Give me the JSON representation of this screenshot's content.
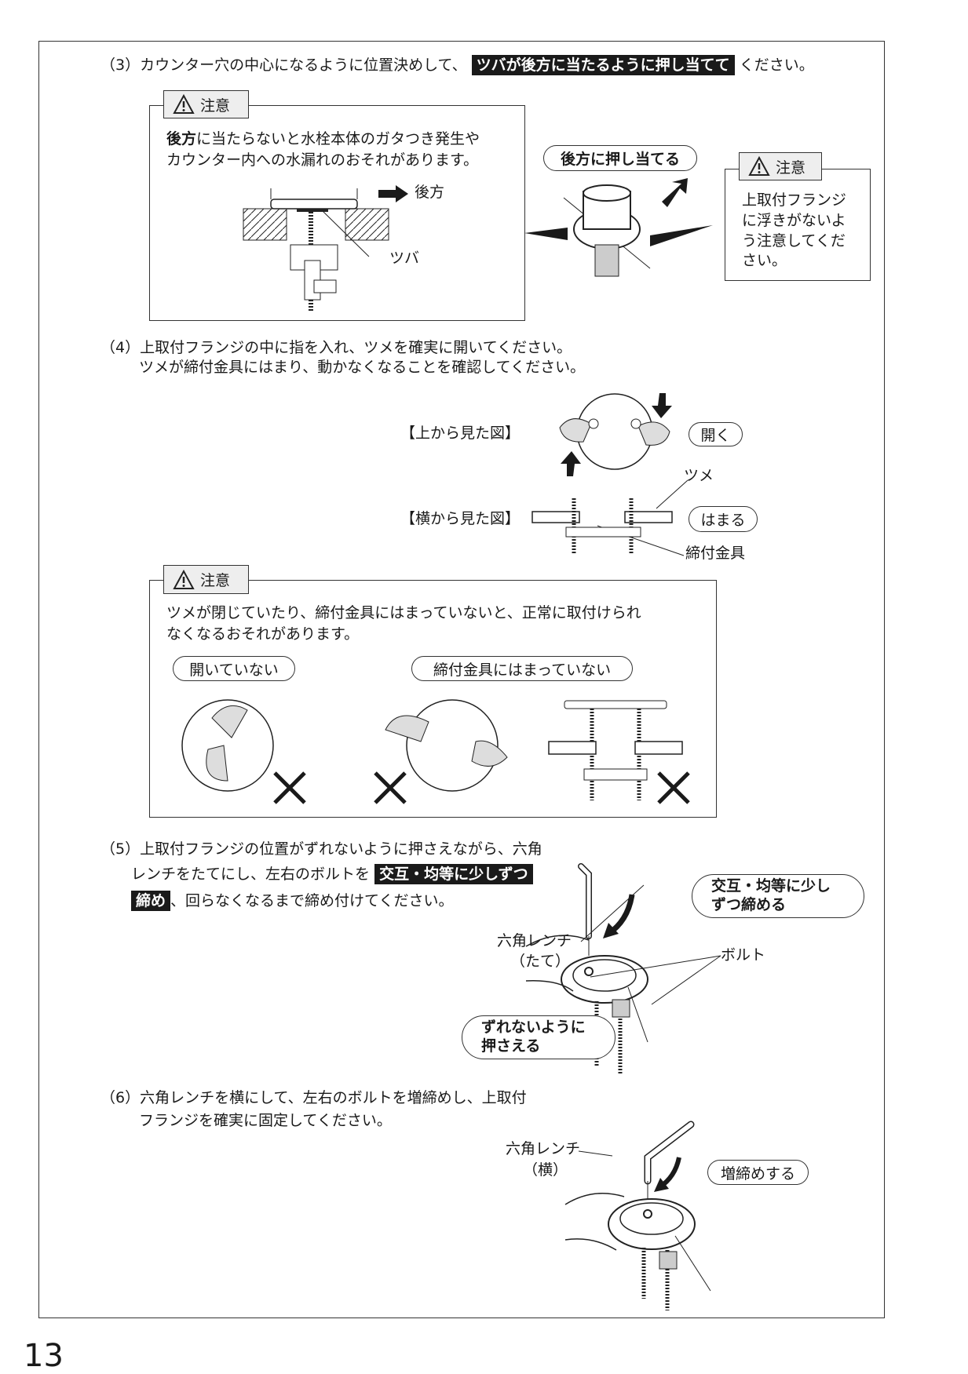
{
  "page_number": "13",
  "step3": {
    "num": "（3）",
    "text_before": "カウンター穴の中心になるように位置決めして、",
    "highlight": "ツバが後方に当たるように押し当てて",
    "text_after": "ください。",
    "caution1": {
      "tag": "注意",
      "line1_bold": "後方",
      "line1": "に当たらないと水栓本体のガタつき発生や",
      "line2": "カウンター内への水漏れのおそれがあります。",
      "label_rear": "後方",
      "label_tsuba": "ツバ"
    },
    "pill": "後方に押し当てる",
    "caution2": {
      "tag": "注意",
      "lines": [
        "上取付フランジ",
        "に浮きがないよ",
        "う注意してくだ",
        "さい。"
      ]
    }
  },
  "step4": {
    "num": "（4）",
    "line1": "上取付フランジの中に指を入れ、ツメを確実に開いてください。",
    "line2": "ツメが締付金具にはまり、動かなくなることを確認してください。",
    "top_view_label": "【上から見た図】",
    "side_view_label": "【横から見た図】",
    "pill_open": "開く",
    "label_tsume": "ツメ",
    "pill_fit": "はまる",
    "label_clamp": "締付金具",
    "caution3": {
      "tag": "注意",
      "line1": "ツメが閉じていたり、締付金具にはまっていないと、正常に取付けられ",
      "line2": "なくなるおそれがあります。",
      "pill_not_open": "開いていない",
      "pill_not_fit": "締付金具にはまっていない"
    }
  },
  "step5": {
    "num": "（5）",
    "line1": "上取付フランジの位置がずれないように押さえながら、六角",
    "line2_before": "レンチをたてにし、左右のボルトを",
    "highlight1": "交互・均等に少しずつ",
    "highlight2": "締め",
    "line3_after": "、回らなくなるまで締め付けてください。",
    "pill_tighten": [
      "交互・均等に少し",
      "ずつ締める"
    ],
    "label_wrench": [
      "六角レンチ",
      "（たて）"
    ],
    "label_bolt": "ボルト",
    "pill_hold": [
      "ずれないように",
      "押さえる"
    ]
  },
  "step6": {
    "num": "（6）",
    "line1": "六角レンチを横にして、左右のボルトを増締めし、上取付",
    "line2": "フランジを確実に固定してください。",
    "label_wrench": [
      "六角レンチ",
      "（横）"
    ],
    "pill_retighten": "増締めする"
  }
}
